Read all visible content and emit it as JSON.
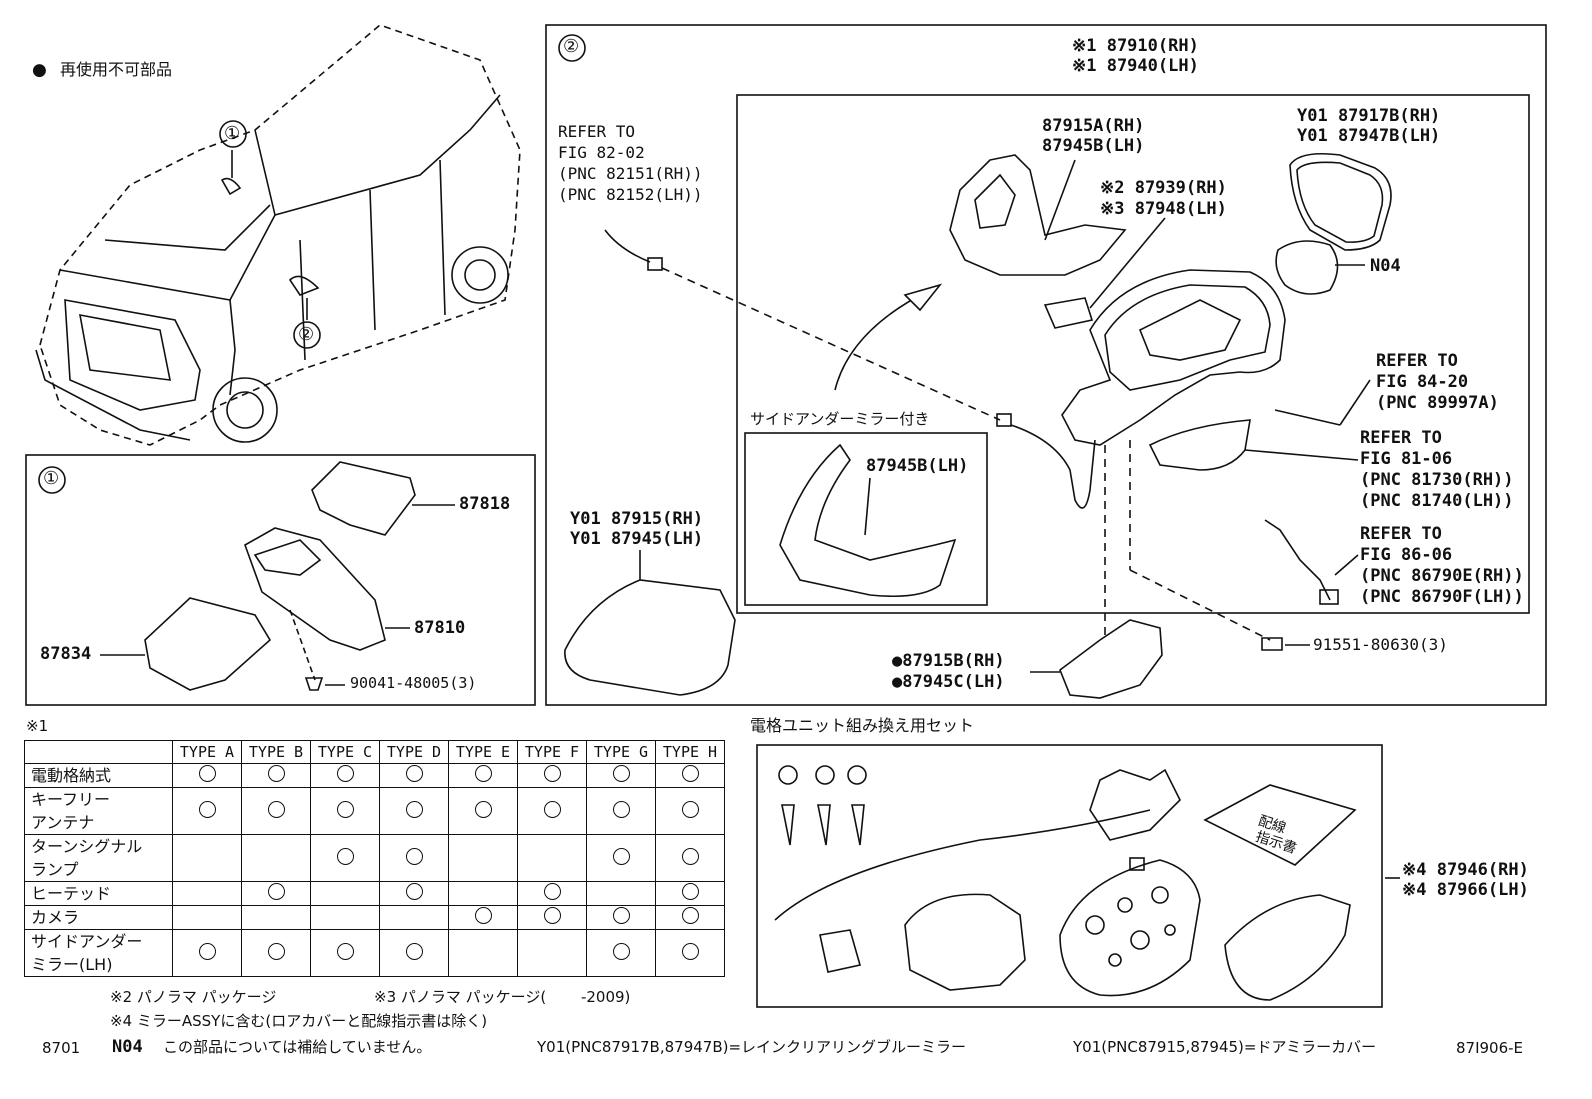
{
  "header": {
    "legend_symbol": "●",
    "legend_text": "再使用不可部品"
  },
  "callouts": {
    "one": "①",
    "two": "②"
  },
  "section1": {
    "label": "①",
    "parts": [
      "87818",
      "87810",
      "87834",
      "90041-48005(3)"
    ]
  },
  "section2": {
    "label": "②",
    "assy_rh": "※1 87910(RH)",
    "assy_lh": "※1 87940(LH)",
    "refer_8202": [
      "REFER TO",
      "FIG 82-02",
      "(PNC 82151(RH))",
      "(PNC 82152(LH))"
    ],
    "p87915a": "87915A(RH)",
    "p87945b": "87945B(LH)",
    "p87939": "※2 87939(RH)",
    "p87948": "※3 87948(LH)",
    "p87917b": "Y01 87917B(RH)",
    "p87947b": "Y01 87947B(LH)",
    "n04": "N04",
    "refer_8420": [
      "REFER TO",
      "FIG 84-20",
      "(PNC 89997A)"
    ],
    "refer_8106": [
      "REFER TO",
      "FIG 81-06",
      "(PNC 81730(RH))",
      "(PNC 81740(LH))"
    ],
    "refer_8606": [
      "REFER TO",
      "FIG 86-06",
      "(PNC 86790E(RH))",
      "(PNC 86790F(LH))"
    ],
    "side_under_label": "サイドアンダーミラー付き",
    "side_under_part": "87945B(LH)",
    "cover_rh": "Y01 87915(RH)",
    "cover_lh": "Y01 87945(LH)",
    "lower_rh": "●87915B(RH)",
    "lower_lh": "●87945C(LH)",
    "bolt": "91551-80630(3)"
  },
  "legend_table": {
    "marker": "※1",
    "columns": [
      "TYPE A",
      "TYPE B",
      "TYPE C",
      "TYPE D",
      "TYPE E",
      "TYPE F",
      "TYPE G",
      "TYPE H"
    ],
    "rows": [
      {
        "label": "電動格納式",
        "label2": "",
        "marks": [
          1,
          1,
          1,
          1,
          1,
          1,
          1,
          1
        ]
      },
      {
        "label": "キーフリー",
        "label2": "アンテナ",
        "marks": [
          1,
          1,
          1,
          1,
          1,
          1,
          1,
          1
        ]
      },
      {
        "label": "ターンシグナル",
        "label2": "ランプ",
        "marks": [
          0,
          0,
          1,
          1,
          0,
          0,
          1,
          1
        ]
      },
      {
        "label": "ヒーテッド",
        "label2": "",
        "marks": [
          0,
          1,
          0,
          1,
          0,
          1,
          0,
          1
        ]
      },
      {
        "label": "カメラ",
        "label2": "",
        "marks": [
          0,
          0,
          0,
          0,
          1,
          1,
          1,
          1
        ]
      },
      {
        "label": "サイドアンダー",
        "label2": "ミラー(LH)",
        "marks": [
          1,
          1,
          1,
          1,
          0,
          0,
          1,
          1
        ]
      }
    ]
  },
  "kit": {
    "title": "電格ユニット組み換え用セット",
    "doc_line1": "配線",
    "doc_line2": "指示書",
    "part_rh": "※4 87946(RH)",
    "part_lh": "※4 87966(LH)"
  },
  "footnotes": {
    "n2": "※2 パノラマ パッケージ",
    "n3": "※3 パノラマ パッケージ(　　 -2009)",
    "n4": "※4 ミラーASSYに含む(ロアカバーと配線指示書は除く)",
    "fig_number": "8701",
    "n04_code": "N04",
    "n04_text": "この部品については補給していません。",
    "y01a": "Y01(PNC87917B,87947B)=レインクリアリングブルーミラー",
    "y01b": "Y01(PNC87915,87945)=ドアミラーカバー",
    "illust_id": "87I906-E"
  }
}
